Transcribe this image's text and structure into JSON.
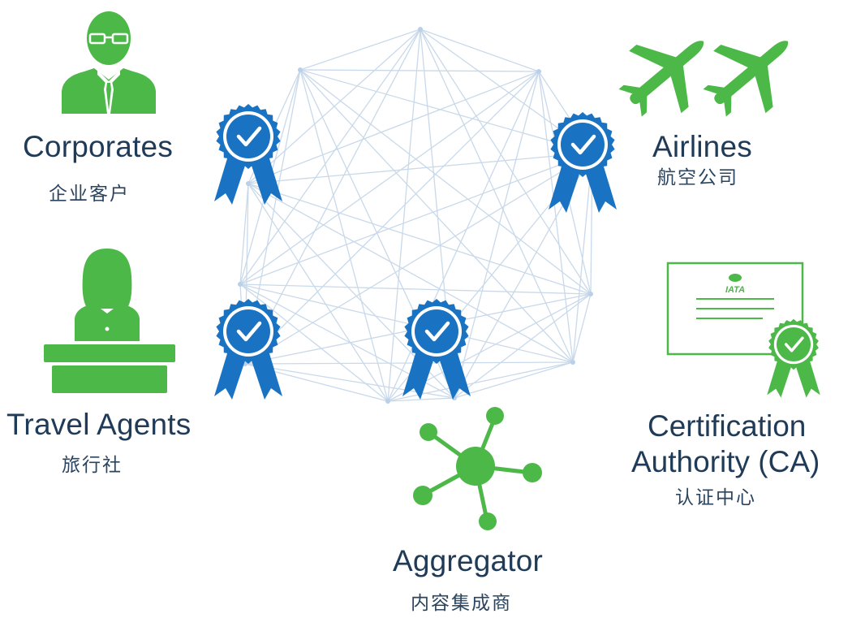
{
  "colors": {
    "green": "#4cb848",
    "blue": "#1a73c2",
    "mesh": "#c9d9ea",
    "text": "#1f3b57"
  },
  "participants": {
    "corporates": {
      "en": "Corporates",
      "cn": "企业客户",
      "icon": "businessman-icon"
    },
    "travel_agents": {
      "en": "Travel Agents",
      "cn": "旅行社",
      "icon": "agent-at-desk-icon"
    },
    "aggregator": {
      "en": "Aggregator",
      "cn": "内容集成商",
      "icon": "hub-network-icon"
    },
    "airlines": {
      "en": "Airlines",
      "cn": "航空公司",
      "icon": "airplane-icon"
    },
    "ca": {
      "en_line1": "Certification",
      "en_line2": "Authority (CA)",
      "cn": "认证中心",
      "icon": "certificate-icon"
    }
  },
  "certificate": {
    "logo_text": "IATA"
  }
}
